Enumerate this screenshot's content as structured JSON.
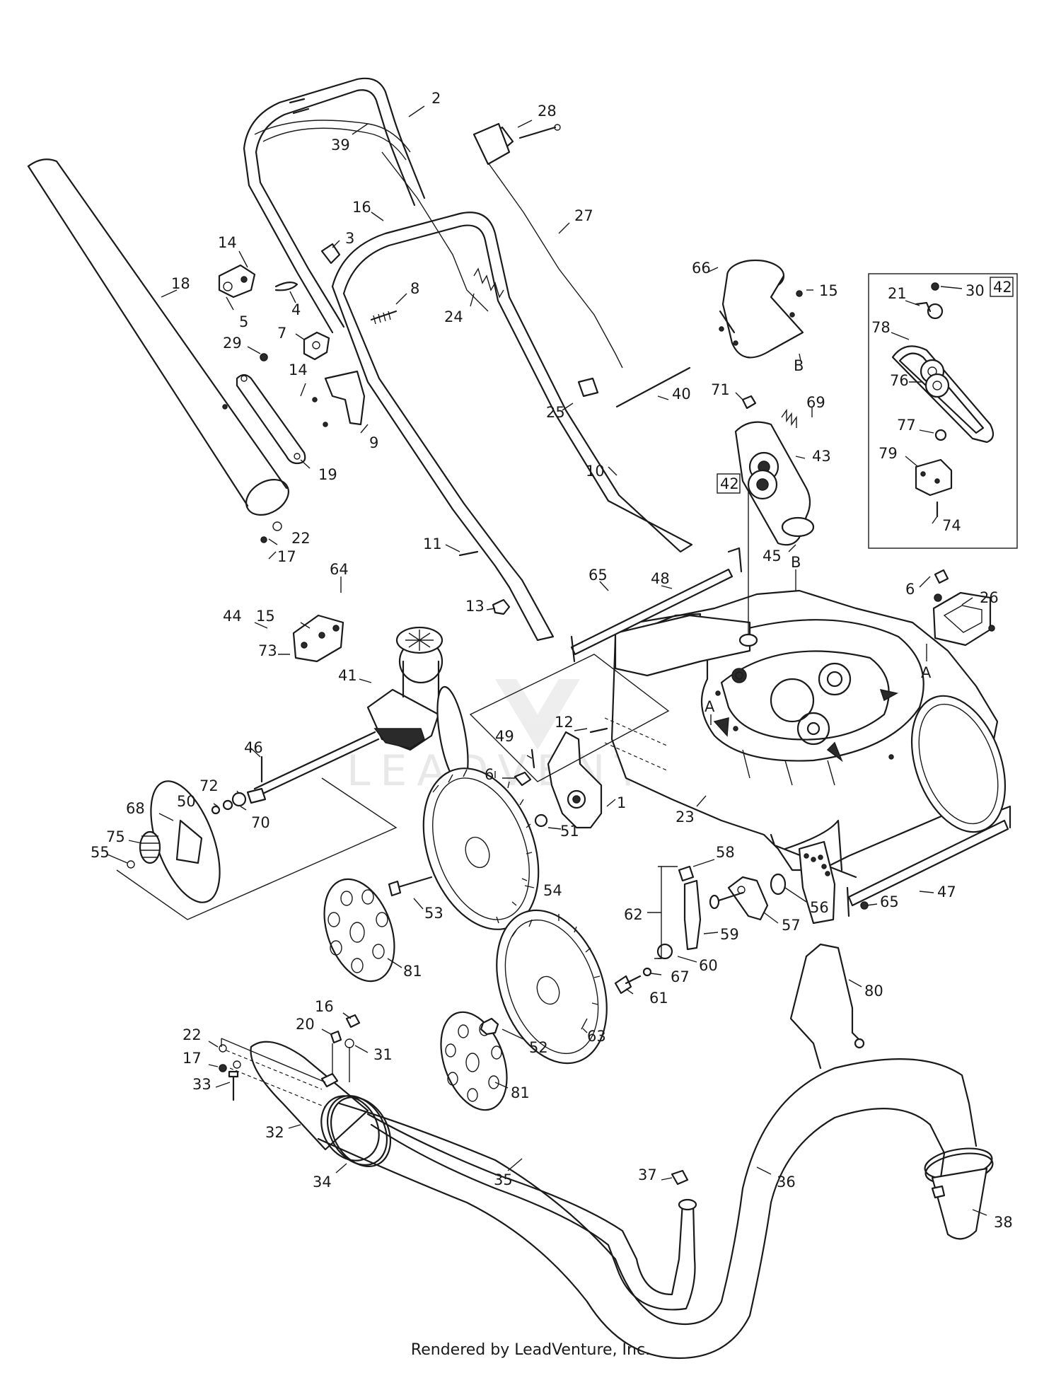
{
  "footer": "Rendered by LeadVenture, Inc.",
  "watermark": "LEADVENTURE",
  "callouts": [
    {
      "id": "c2",
      "text": "2"
    },
    {
      "id": "c28",
      "text": "28"
    },
    {
      "id": "c39",
      "text": "39"
    },
    {
      "id": "c16a",
      "text": "16"
    },
    {
      "id": "c27",
      "text": "27"
    },
    {
      "id": "c14a",
      "text": "14"
    },
    {
      "id": "c3",
      "text": "3"
    },
    {
      "id": "c18",
      "text": "18"
    },
    {
      "id": "c5",
      "text": "5"
    },
    {
      "id": "c4",
      "text": "4"
    },
    {
      "id": "c8",
      "text": "8"
    },
    {
      "id": "c24",
      "text": "24"
    },
    {
      "id": "c7",
      "text": "7"
    },
    {
      "id": "c29",
      "text": "29"
    },
    {
      "id": "c14b",
      "text": "14"
    },
    {
      "id": "c9",
      "text": "9"
    },
    {
      "id": "c19",
      "text": "19"
    },
    {
      "id": "c66",
      "text": "66"
    },
    {
      "id": "c15a",
      "text": "15"
    },
    {
      "id": "cB1",
      "text": "B"
    },
    {
      "id": "c40",
      "text": "40"
    },
    {
      "id": "c25",
      "text": "25"
    },
    {
      "id": "c71",
      "text": "71"
    },
    {
      "id": "c69",
      "text": "69"
    },
    {
      "id": "c43",
      "text": "43"
    },
    {
      "id": "c10",
      "text": "10"
    },
    {
      "id": "c45",
      "text": "45"
    },
    {
      "id": "c22a",
      "text": "22"
    },
    {
      "id": "c17a",
      "text": "17"
    },
    {
      "id": "c11",
      "text": "11"
    },
    {
      "id": "c64",
      "text": "64"
    },
    {
      "id": "c65a",
      "text": "65"
    },
    {
      "id": "c48",
      "text": "48"
    },
    {
      "id": "cB2",
      "text": "B"
    },
    {
      "id": "c6a",
      "text": "6"
    },
    {
      "id": "c26",
      "text": "26"
    },
    {
      "id": "cA2",
      "text": "A"
    },
    {
      "id": "c44",
      "text": "44"
    },
    {
      "id": "c15b",
      "text": "15"
    },
    {
      "id": "c73",
      "text": "73"
    },
    {
      "id": "c13",
      "text": "13"
    },
    {
      "id": "c41",
      "text": "41"
    },
    {
      "id": "cA1",
      "text": "A"
    },
    {
      "id": "c12",
      "text": "12"
    },
    {
      "id": "c49",
      "text": "49"
    },
    {
      "id": "c46",
      "text": "46"
    },
    {
      "id": "c6b",
      "text": "6"
    },
    {
      "id": "c1",
      "text": "1"
    },
    {
      "id": "c23",
      "text": "23"
    },
    {
      "id": "c72",
      "text": "72"
    },
    {
      "id": "c50",
      "text": "50"
    },
    {
      "id": "c70",
      "text": "70"
    },
    {
      "id": "c68",
      "text": "68"
    },
    {
      "id": "c51",
      "text": "51"
    },
    {
      "id": "c75",
      "text": "75"
    },
    {
      "id": "c55",
      "text": "55"
    },
    {
      "id": "c58",
      "text": "58"
    },
    {
      "id": "c54",
      "text": "54"
    },
    {
      "id": "c65b",
      "text": "65"
    },
    {
      "id": "c47",
      "text": "47"
    },
    {
      "id": "c56",
      "text": "56"
    },
    {
      "id": "c62",
      "text": "62"
    },
    {
      "id": "c53",
      "text": "53"
    },
    {
      "id": "c57",
      "text": "57"
    },
    {
      "id": "c59",
      "text": "59"
    },
    {
      "id": "c60",
      "text": "60"
    },
    {
      "id": "c81a",
      "text": "81"
    },
    {
      "id": "c67",
      "text": "67"
    },
    {
      "id": "c80",
      "text": "80"
    },
    {
      "id": "c61",
      "text": "61"
    },
    {
      "id": "c16b",
      "text": "16"
    },
    {
      "id": "c20",
      "text": "20"
    },
    {
      "id": "c22b",
      "text": "22"
    },
    {
      "id": "c31",
      "text": "31"
    },
    {
      "id": "c17b",
      "text": "17"
    },
    {
      "id": "c52",
      "text": "52"
    },
    {
      "id": "c63",
      "text": "63"
    },
    {
      "id": "c33",
      "text": "33"
    },
    {
      "id": "c81b",
      "text": "81"
    },
    {
      "id": "c32",
      "text": "32"
    },
    {
      "id": "c35",
      "text": "35"
    },
    {
      "id": "c36",
      "text": "36"
    },
    {
      "id": "c34",
      "text": "34"
    },
    {
      "id": "c37",
      "text": "37"
    },
    {
      "id": "c38",
      "text": "38"
    },
    {
      "id": "c30",
      "text": "30"
    },
    {
      "id": "c21",
      "text": "21"
    },
    {
      "id": "c78",
      "text": "78"
    },
    {
      "id": "c76",
      "text": "76"
    },
    {
      "id": "c77",
      "text": "77"
    },
    {
      "id": "c79",
      "text": "79"
    },
    {
      "id": "c74",
      "text": "74"
    }
  ],
  "boxed_refs": [
    {
      "id": "b42inset",
      "text": "42"
    },
    {
      "id": "b42main",
      "text": "42"
    }
  ]
}
